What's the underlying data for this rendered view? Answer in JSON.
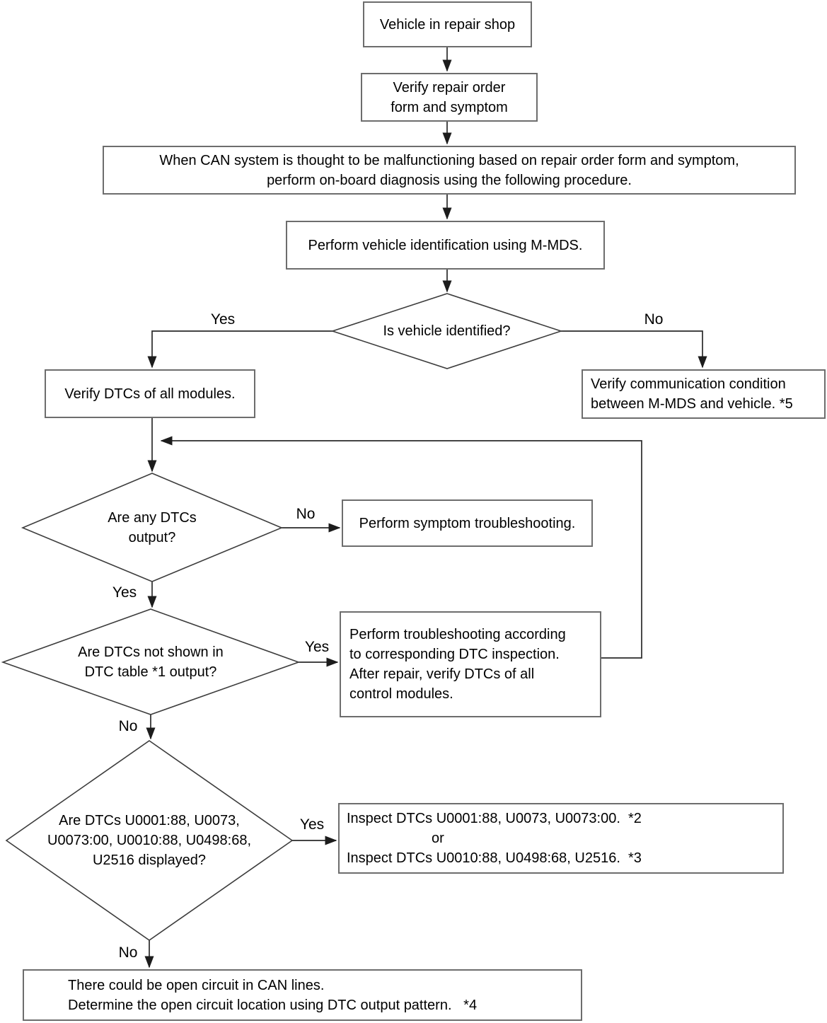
{
  "flowchart": {
    "boxes": [
      {
        "id": "vehicle-in-repair-shop",
        "text": "Vehicle in repair shop"
      },
      {
        "id": "verify-repair-order",
        "text": "Verify repair order\nform and symptom"
      },
      {
        "id": "when-can-malfunctioning",
        "text": "When CAN system is thought to be malfunctioning based on repair order form and symptom,\nperform on-board diagnosis using the following procedure."
      },
      {
        "id": "perform-vehicle-identification",
        "text": "Perform vehicle identification using M-MDS."
      },
      {
        "id": "verify-dtcs-all-modules",
        "text": "Verify DTCs of all modules."
      },
      {
        "id": "verify-communication-condition",
        "text": "Verify communication condition\nbetween M-MDS and vehicle. *5"
      },
      {
        "id": "perform-symptom-troubleshooting",
        "text": "Perform symptom troubleshooting."
      },
      {
        "id": "perform-dtc-troubleshooting",
        "text": "Perform troubleshooting according\nto corresponding DTC inspection.\nAfter repair, verify DTCs of all\ncontrol modules."
      },
      {
        "id": "open-circuit-can-lines",
        "text": "There could be open circuit in CAN lines.\nDetermine the open circuit location using DTC output pattern.   *4"
      }
    ],
    "inspect_box": {
      "id": "inspect-dtcs",
      "line1": "Inspect DTCs U0001:88, U0073, U0073:00.  *2",
      "line2": "or",
      "line3": "Inspect DTCs U0010:88, U0498:68, U2516.  *3"
    },
    "decisions": [
      {
        "id": "is-vehicle-identified",
        "text": "Is vehicle identified?"
      },
      {
        "id": "are-any-dtcs-output",
        "text": "Are any DTCs\noutput?"
      },
      {
        "id": "are-dtcs-not-in-table",
        "text": "Are DTCs not shown in\nDTC table *1 output?"
      },
      {
        "id": "are-dtcs-displayed",
        "text": "Are DTCs U0001:88, U0073,\nU0073:00, U0010:88, U0498:68,\nU2516 displayed?"
      }
    ],
    "edge_labels": [
      {
        "id": "yes-vehicle-identified",
        "text": "Yes"
      },
      {
        "id": "no-vehicle-identified",
        "text": "No"
      },
      {
        "id": "no-dtcs-output",
        "text": "No"
      },
      {
        "id": "yes-dtcs-output",
        "text": "Yes"
      },
      {
        "id": "yes-dtcs-not-in-table",
        "text": "Yes"
      },
      {
        "id": "no-dtcs-not-in-table",
        "text": "No"
      },
      {
        "id": "yes-dtcs-displayed",
        "text": "Yes"
      },
      {
        "id": "no-dtcs-displayed",
        "text": "No"
      }
    ],
    "colors": {
      "box_border": "#6d6d6d",
      "diamond_stroke": "#3d3d3d",
      "line": "#2a2a2a",
      "text": "#000000"
    }
  }
}
